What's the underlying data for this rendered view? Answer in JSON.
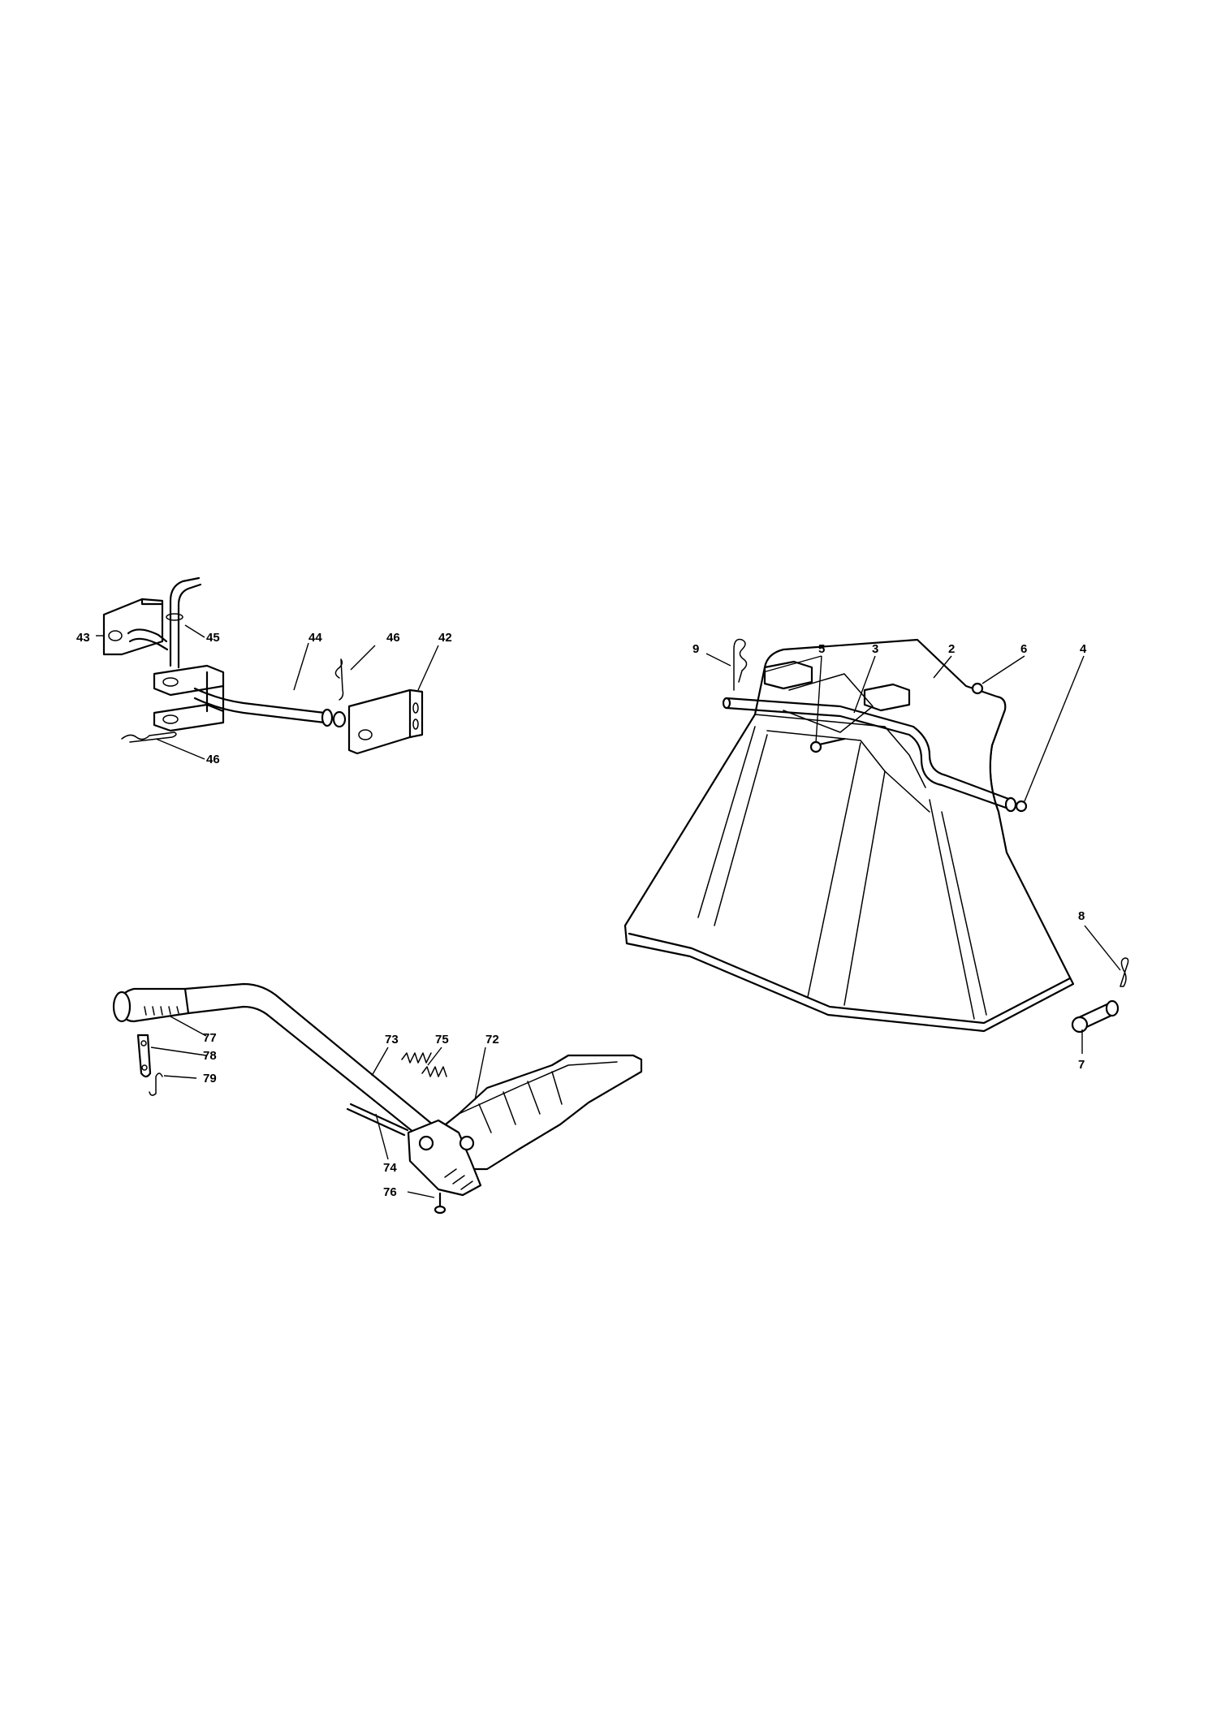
{
  "callouts": {
    "c43": "43",
    "c45": "45",
    "c44": "44",
    "c46a": "46",
    "c42": "42",
    "c46b": "46",
    "c9": "9",
    "c5": "5",
    "c3": "3",
    "c2": "2",
    "c6": "6",
    "c4": "4",
    "c8": "8",
    "c7": "7",
    "c77": "77",
    "c78": "78",
    "c79": "79",
    "c73": "73",
    "c75": "75",
    "c72": "72",
    "c74": "74",
    "c76": "76"
  }
}
